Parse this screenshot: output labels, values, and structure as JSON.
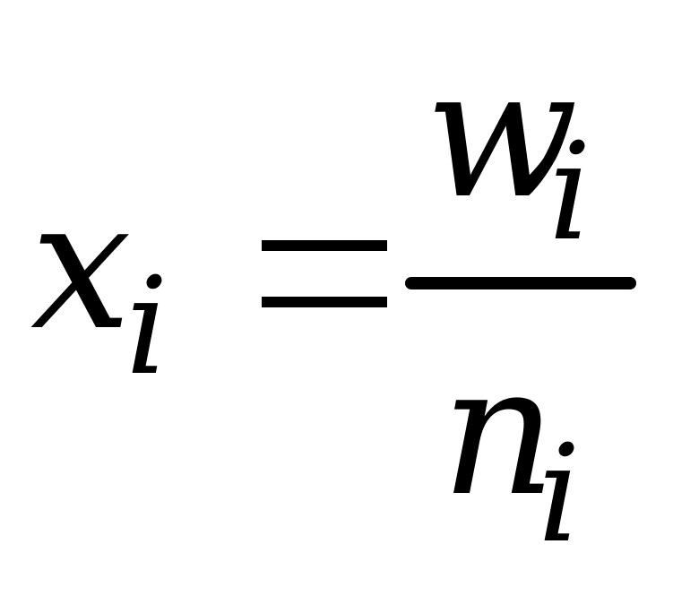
{
  "formula": {
    "lhs": {
      "base": "x",
      "subscript": "i"
    },
    "operator": "=",
    "rhs": {
      "numerator": {
        "base": "w",
        "subscript": "i"
      },
      "denominator": {
        "base": "n",
        "subscript": "i"
      }
    }
  },
  "colors": {
    "ink": "#000000",
    "background": "#ffffff"
  }
}
